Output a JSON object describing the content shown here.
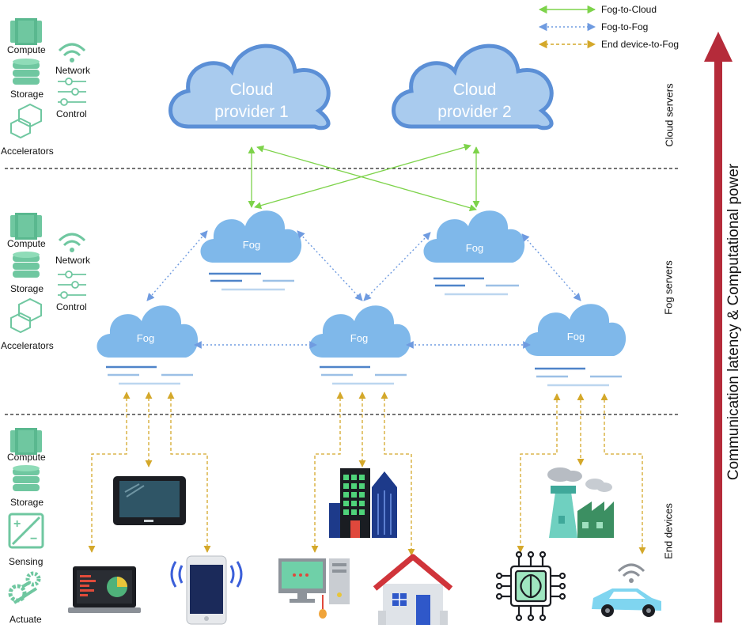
{
  "legend": [
    {
      "label": "Fog-to-Cloud",
      "color": "#7dd34a",
      "style": "solid"
    },
    {
      "label": "Fog-to-Fog",
      "color": "#6f9be0",
      "style": "dotted"
    },
    {
      "label": "End device-to-Fog",
      "color": "#d4a82a",
      "style": "dashed"
    }
  ],
  "tiers": {
    "cloud": "Cloud servers",
    "fog": "Fog servers",
    "end": "End devices"
  },
  "axis_label": "Communication latency & Computational power",
  "clouds": {
    "provider1": "Cloud provider 1",
    "provider2": "Cloud provider 2"
  },
  "fog_label": "Fog",
  "resources": {
    "compute": "Compute",
    "storage": "Storage",
    "accelerators": "Accelerators",
    "network": "Network",
    "control": "Control",
    "sensing": "Sensing",
    "actuate": "Actuate"
  },
  "colors": {
    "cloud_fill": "#a9cbee",
    "cloud_stroke": "#5b8fd6",
    "fog_fill": "#7fb8ea",
    "resource_green": "#6fc7a0",
    "arrow_red": "#b52b3a"
  }
}
